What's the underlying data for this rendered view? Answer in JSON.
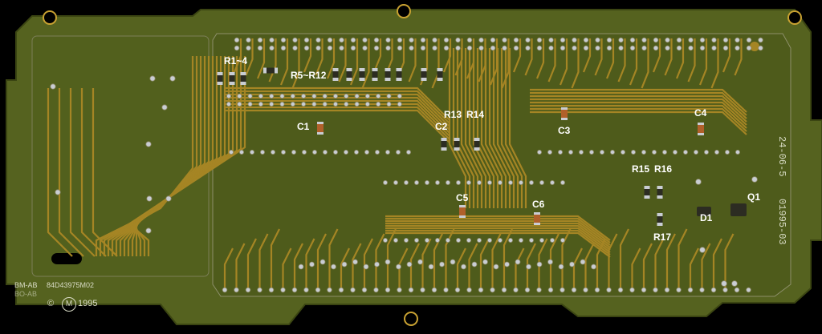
{
  "image": {
    "subject": "Green printed circuit board, solder side",
    "colors": {
      "background": "#000000",
      "board": "#55621f",
      "board_dark": "#3f4a14",
      "trace": "#a58524",
      "pad": "#c9cdd3",
      "silk": "#d9dcc6"
    }
  },
  "labels": {
    "r1_4": "R1~4",
    "r5_r12": "R5~R12",
    "r13": "R13",
    "r14": "R14",
    "c1": "C1",
    "c2": "C2",
    "c3": "C3",
    "c4": "C4",
    "c5": "C5",
    "c6": "C6",
    "r15": "R15",
    "r16": "R16",
    "r17": "R17",
    "d1": "D1",
    "q1": "Q1"
  },
  "silkscreen": {
    "board_code_1": "BM-AB",
    "board_code_2": "BO-AB",
    "part_number": "84D43975M02",
    "year": "1995",
    "date_code": "24-06-5",
    "serial": "01995-03"
  }
}
